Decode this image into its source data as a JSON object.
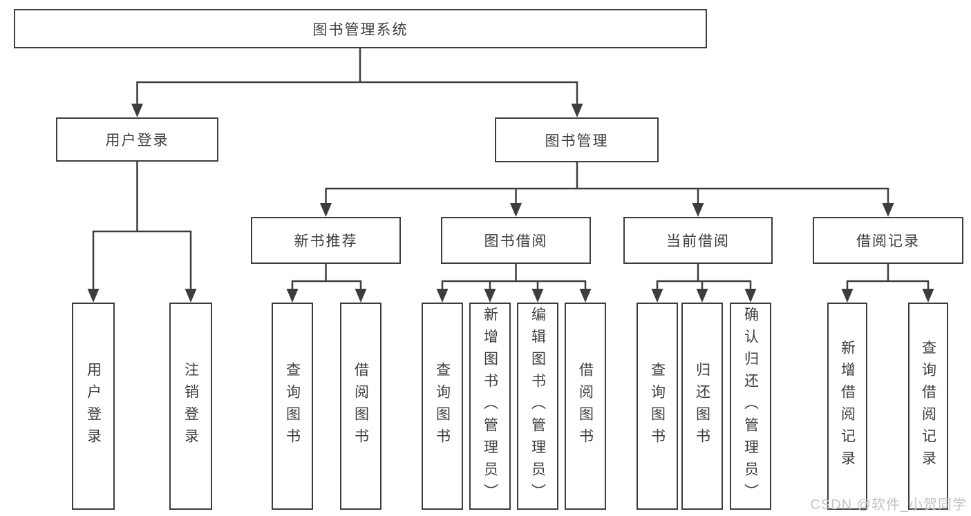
{
  "watermark": "CSDN @软件_小贺同学",
  "colors": {
    "line": "#3d3d3d",
    "box_border": "#3d3d3d",
    "text": "#3c3c3c",
    "box_background": "#ffffff",
    "page_background": "#ffffff",
    "watermark": "#c3c3c3"
  },
  "tree": {
    "root": "图书管理系统",
    "level2": [
      {
        "label": "用户登录",
        "leaves": [
          "用户登录",
          "注销登录"
        ]
      },
      {
        "label": "图书管理",
        "level3": [
          {
            "label": "新书推荐",
            "leaves": [
              "查询图书",
              "借阅图书"
            ]
          },
          {
            "label": "图书借阅",
            "leaves": [
              "查询图书",
              "新增图书（管理员）",
              "编辑图书（管理员）",
              "借阅图书"
            ]
          },
          {
            "label": "当前借阅",
            "leaves": [
              "查询图书",
              "归还图书",
              "确认归还（管理员）"
            ]
          },
          {
            "label": "借阅记录",
            "leaves": [
              "新增借阅记录",
              "查询借阅记录"
            ]
          }
        ]
      }
    ]
  }
}
